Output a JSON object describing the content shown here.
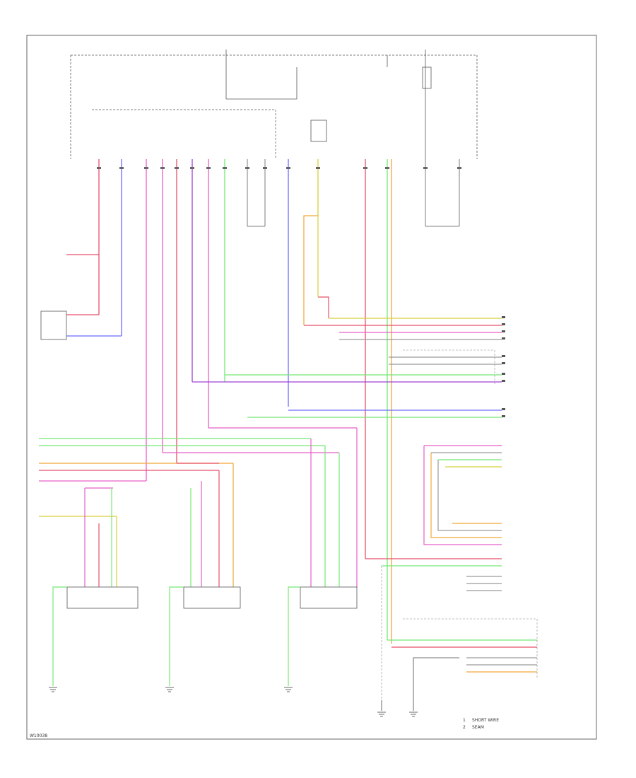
{
  "figure_code": "W10038",
  "legend": [
    {
      "symbol": "1",
      "text": "SHORT WIRE"
    },
    {
      "symbol": "2",
      "text": "SEAM"
    }
  ],
  "colors": {
    "frame": "#666666",
    "red": "#e8506a",
    "pink": "#e85fc8",
    "blue": "#6b6bff",
    "green": "#74e874",
    "yellow": "#d8cf3a",
    "orange": "#f0a838",
    "gray": "#9a9a9a",
    "violet": "#a040d8",
    "black": "#333333"
  }
}
